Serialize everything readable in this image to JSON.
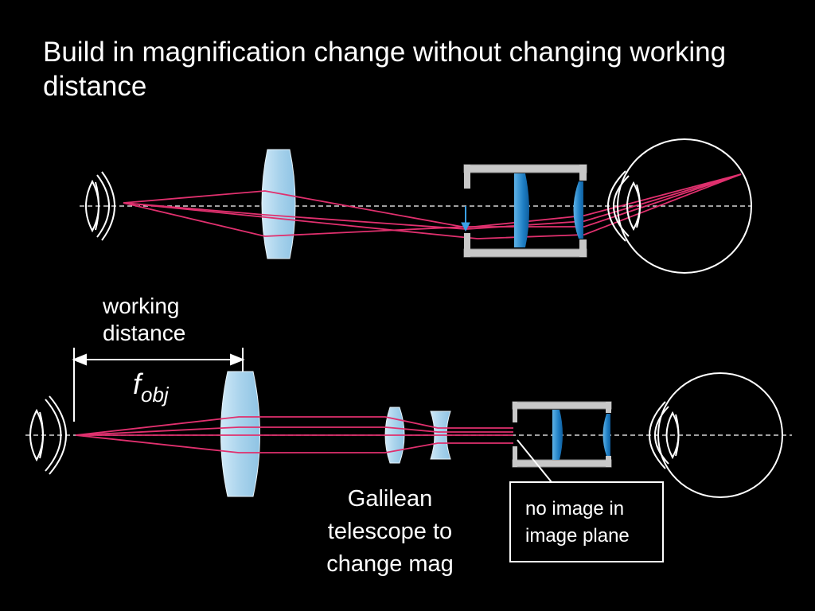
{
  "slide": {
    "title": "Build in magnification change without changing working distance"
  },
  "labels": {
    "working_distance_line1": "working",
    "working_distance_line2": "distance",
    "f_main": "f",
    "f_sub": "obj",
    "galilean_line1": "Galilean",
    "galilean_line2": "telescope to",
    "galilean_line3": "change mag",
    "note_line1": "no image in",
    "note_line2": "image plane"
  },
  "colors": {
    "background": "#000000",
    "ray": "#e0306e",
    "lens_fill": "#a9d3ec",
    "eyepiece_lens": "#1f7fc4",
    "tube": "#bfbfbf",
    "arrow": "#3aa0e6"
  }
}
